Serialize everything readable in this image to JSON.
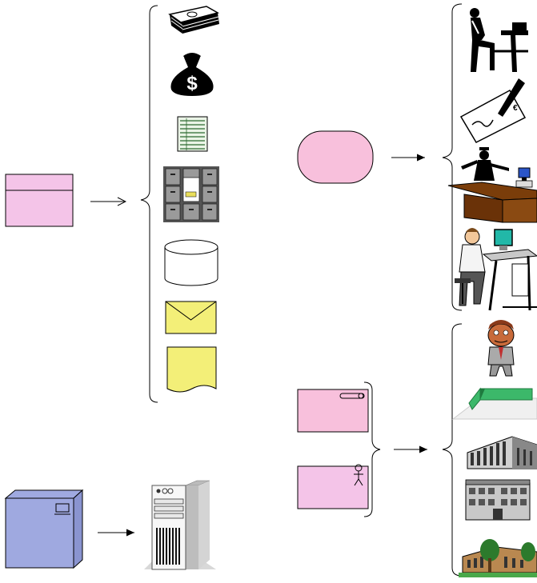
{
  "diagram": {
    "colors": {
      "pink": "#f8c0dc",
      "pink_light": "#f4c4e8",
      "blue": "#9fa9e0",
      "yellow": "#f3ef78",
      "stroke": "#000000"
    },
    "groups": [
      {
        "source": "pink-rectangle-node",
        "arrow": "right",
        "items": [
          "money-stack-icon",
          "money-bag-icon",
          "ledger-document-icon",
          "file-cabinets-icon",
          "database-cylinder-icon",
          "envelope-icon",
          "note-page-icon"
        ]
      },
      {
        "source": "pink-rounded-node",
        "arrow": "right",
        "items": [
          "seated-worker-icon",
          "check-signing-icon",
          "clerk-at-desk-icon",
          "office-desk-icon",
          "computer-operator-icon"
        ]
      },
      {
        "source": "pink-component-nodes",
        "arrow": "right",
        "items": [
          "person-cartoon-icon",
          "fence-enclosure-icon",
          "office-building-icon",
          "apartment-building-icon",
          "campus-building-icon"
        ]
      },
      {
        "source": "blue-device-node",
        "arrow": "right",
        "items": [
          "server-tower-icon"
        ]
      }
    ]
  }
}
